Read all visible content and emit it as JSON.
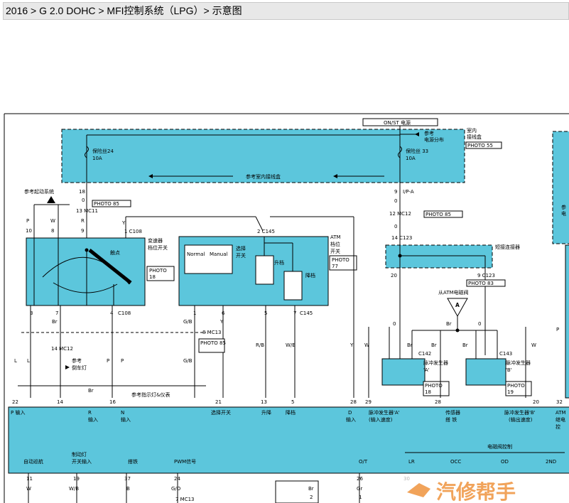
{
  "breadcrumb": "2016 > G 2.0 DOHC > MFI控制系统（LPG）> 示意图",
  "top": {
    "on_st_power": "ON/ST 电源",
    "ref_power_dist_1": "参考",
    "ref_power_dist_2": "电源分布",
    "indoor_junction_1": "室内",
    "indoor_junction_2": "接线盒",
    "photo55": "PHOTO 55",
    "fuse24_1": "保险丝24",
    "fuse24_2": "10A",
    "fuse33_1": "保险丝 33",
    "fuse33_2": "10A",
    "ref_indoor_box": "参考室内接线盒",
    "right_partial_1": "参",
    "right_partial_2": "电"
  },
  "connectors": {
    "p18": "18",
    "p0a": "0",
    "mc11": "13 MC11",
    "photo85a": "PHOTO 85",
    "p9": "9",
    "ip_a": "I/P-A",
    "p0b": "0",
    "mc12": "12 MC12",
    "photo85b": "PHOTO 85",
    "p0c": "0",
    "c123a": "14 C123",
    "c123b": "9 C123",
    "photo83": "PHOTO 83",
    "p20": "20",
    "c108_top": "1 C108",
    "c145_top": "2 C145",
    "c108_bot": "C108",
    "c145_bot": "C145",
    "mc13": "8 MC13",
    "photo85c": "PHOTO 85",
    "mc12b": "14 MC12",
    "c142": "C142",
    "c143": "C143"
  },
  "left": {
    "ref_start_system": "参考起动系统",
    "wire_p": "P",
    "wire_w": "W",
    "wire_r": "R",
    "wire_y": "Y",
    "pin10": "10",
    "pin8": "8",
    "pin9": "9",
    "trans_switch_1": "变速器",
    "trans_switch_2": "档位开关",
    "photo18": "PHOTO",
    "photo18b": "18",
    "contact": "触点",
    "wire_l": "L",
    "wire_br": "Br",
    "ref_reverse_1": "参考",
    "ref_reverse_2": "倒车灯",
    "ref_indicator": "参考指示灯&仪表"
  },
  "atm": {
    "title_1": "ATM",
    "title_2": "档位",
    "title_3": "开关",
    "photo77a": "PHOTO",
    "photo77b": "77",
    "normal": "Normal",
    "manual": "Manual",
    "select_1": "选择",
    "select_2": "开关",
    "upshift": "升档",
    "downshift": "降档",
    "wire_gb": "G/B",
    "wire_y": "Y",
    "wire_rb": "R/B",
    "wire_wb": "W/B"
  },
  "right": {
    "short_connector": "短接连接器",
    "from_atm_valve": "从ATM电磁阀",
    "valve_a": "A",
    "pulse_a_1": "脉冲发生器",
    "pulse_a_2": "'A'",
    "pulse_b_1": "脉冲发生器",
    "pulse_b_2": "'B'",
    "photo18": "PHOTO",
    "photo18b": "18",
    "photo19": "PHOTO",
    "photo19b": "19"
  },
  "ecm_top_pins": [
    "22",
    "14",
    "16",
    "21",
    "13",
    "5",
    "28",
    "29",
    "28",
    "20",
    "32"
  ],
  "ecm_labels": {
    "p_input": "P 输入",
    "r_input_1": "R",
    "r_input_2": "输入",
    "n_input_1": "N",
    "n_input_2": "输入",
    "select_switch": "选择开关",
    "up_down": "升降",
    "downshift": "降档",
    "d_input_1": "D",
    "d_input_2": "输入",
    "pulse_a_1": "脉冲发生器'A'",
    "pulse_a_2": "(输入速度)",
    "sensor_gnd_1": "传感器",
    "sensor_gnd_2": "搭  铁",
    "pulse_b_1": "脉冲发生器'B'",
    "pulse_b_2": "(输出速度)",
    "atm_ctrl_1": "ATM",
    "atm_ctrl_2": "继电",
    "atm_ctrl_3": "控",
    "solenoid_ctrl": "电磁阀控制",
    "cruise": "自动巡航",
    "brake_1": "制动灯",
    "brake_2": "开关输入",
    "ground": "搭铁",
    "pwm": "PWM信号",
    "ot": "O/T",
    "lr": "LR",
    "occ": "OCC",
    "od": "OD",
    "second": "2ND"
  },
  "ecm_bottom_pins": [
    "11",
    "19",
    "37",
    "24",
    "26",
    "30"
  ],
  "bottom_wires": {
    "w": "W",
    "wb": "W/B",
    "b": "B",
    "go": "G/O",
    "mc13": "7 MC13",
    "br": "Br",
    "pin2": "2",
    "gr": "Gr",
    "pin1": "1"
  },
  "watermark": "汽修帮手"
}
